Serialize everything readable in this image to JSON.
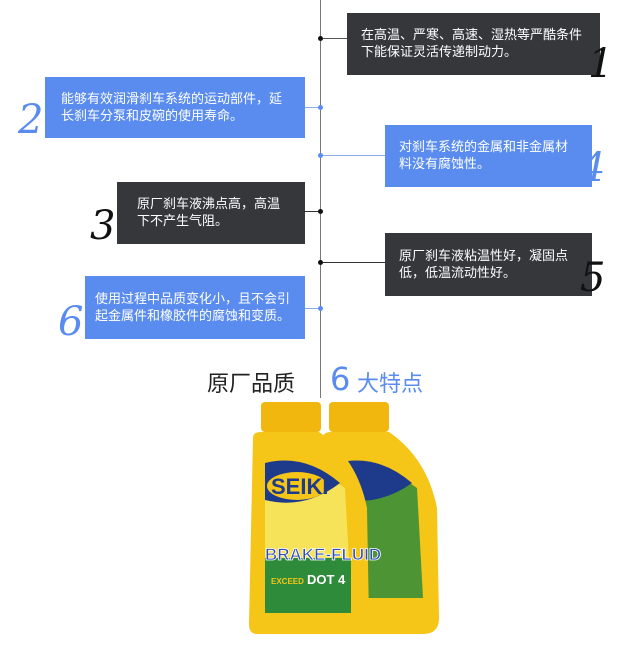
{
  "features": [
    {
      "num": "1",
      "text": "在高温、严寒、高速、湿热等严酷条件下能保证灵活传递制动力。"
    },
    {
      "num": "2",
      "text": "能够有效润滑刹车系统的运动部件，延长刹车分泵和皮碗的使用寿命。"
    },
    {
      "num": "3",
      "text": "原厂刹车液沸点高，高温下不产生气阻。"
    },
    {
      "num": "4",
      "text": "对刹车系统的金属和非金属材料没有腐蚀性。"
    },
    {
      "num": "5",
      "text": "原厂刹车液粘温性好，凝固点低，低温流动性好。"
    },
    {
      "num": "6",
      "text": "使用过程中品质变化小，且不会引起金属件和橡胶件的腐蚀和变质。"
    }
  ],
  "title": {
    "left": "原厂品质",
    "num": "6",
    "right": "大特点"
  },
  "product": {
    "brand": "SEIKI",
    "name": "BRAKE-FLUID",
    "grade": "DOT 4",
    "exceed": "EXCEED"
  },
  "colors": {
    "dark": "#35373b",
    "blue": "#5a8cf0",
    "bottle": "#f5c518",
    "label_green": "#2e8b3a",
    "label_blue": "#1e3a8a"
  }
}
